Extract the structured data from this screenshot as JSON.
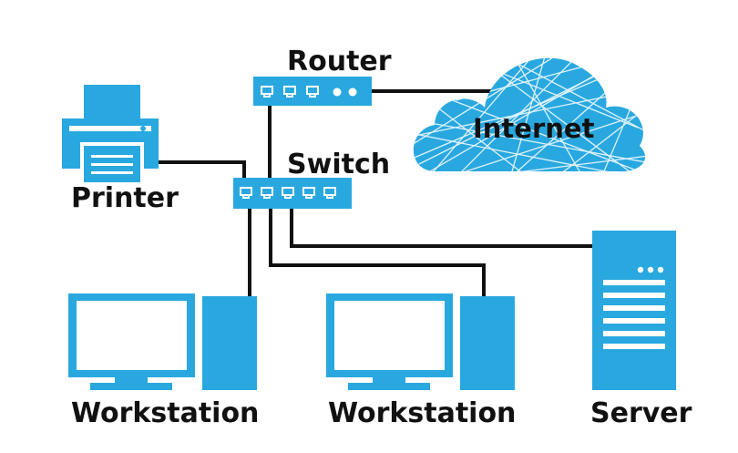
{
  "labels": {
    "router": "Router",
    "switch": "Switch",
    "printer": "Printer",
    "internet": "Internet",
    "workstation_1": "Workstation",
    "workstation_2": "Workstation",
    "server": "Server"
  },
  "colors": {
    "device_blue": "#29a8e0",
    "cable_black": "#111111",
    "text": "#111111",
    "background": "#ffffff"
  }
}
